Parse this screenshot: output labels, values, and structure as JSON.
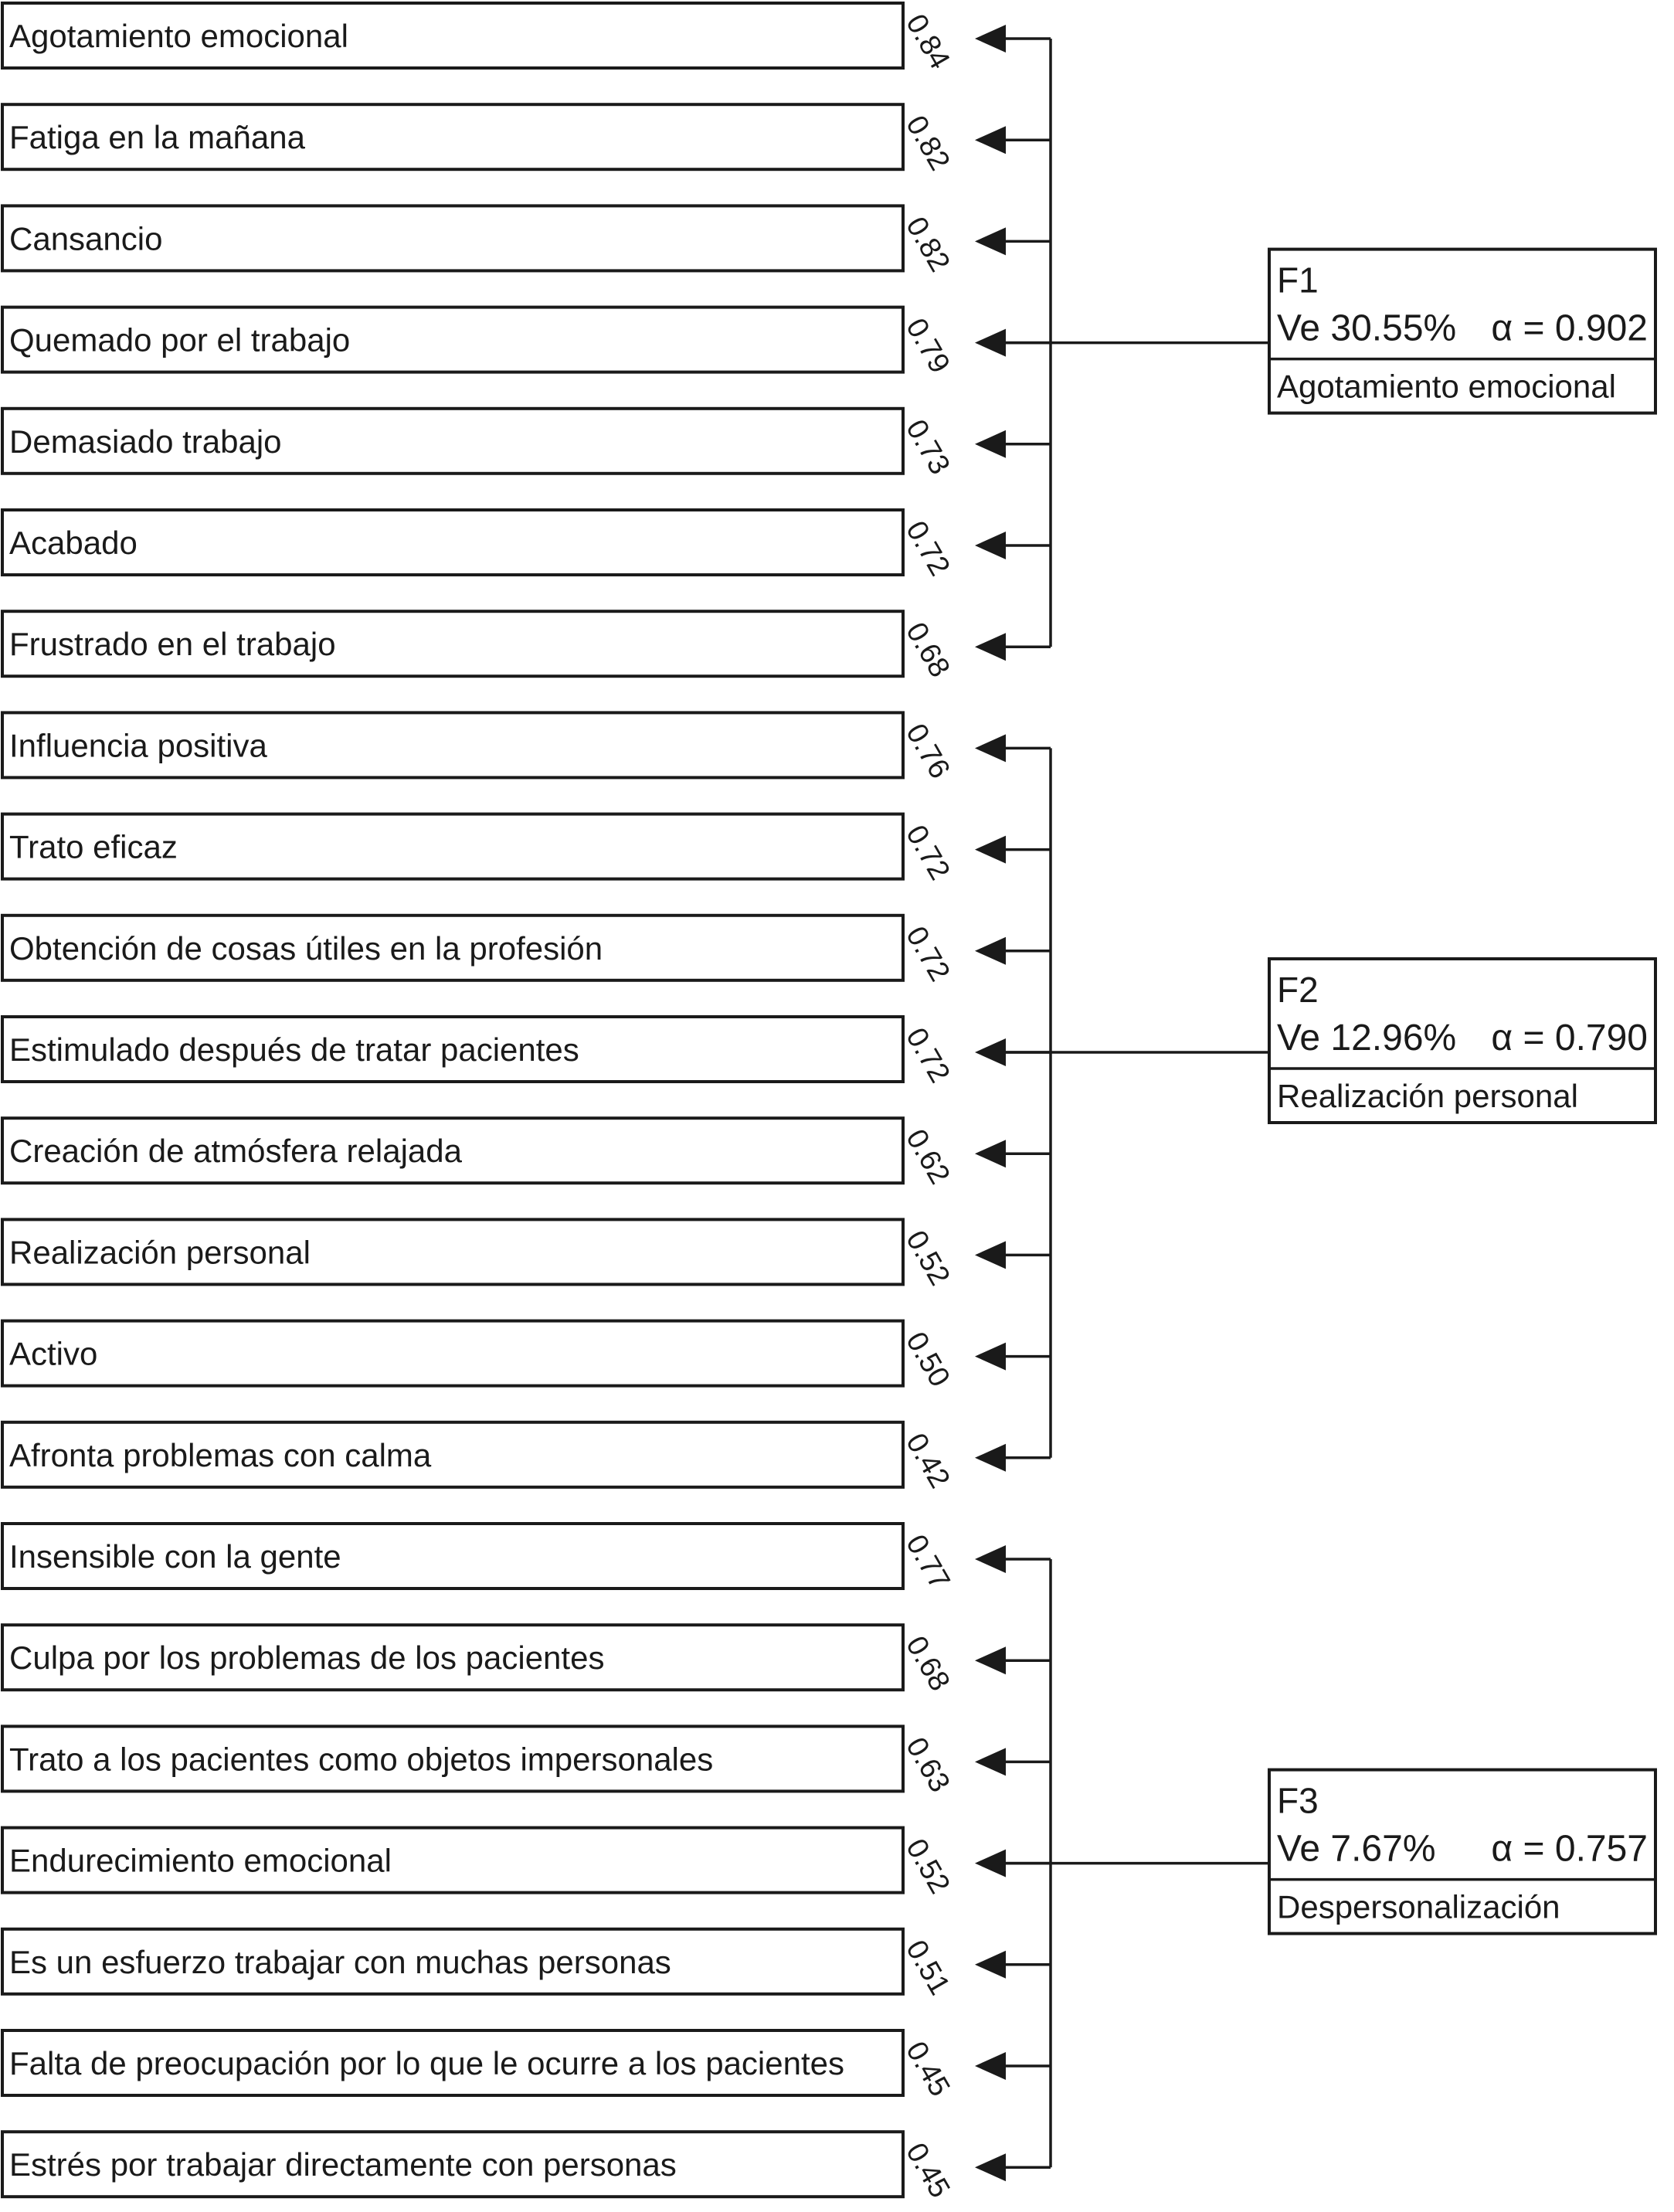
{
  "factors": [
    {
      "id": "F1",
      "variance": "Ve 30.55%",
      "alpha": "α = 0.902",
      "name": "Agotamiento emocional",
      "items": [
        {
          "label": "Agotamiento emocional",
          "loading": "0.84"
        },
        {
          "label": "Fatiga en la mañana",
          "loading": "0.82"
        },
        {
          "label": "Cansancio",
          "loading": "0.82"
        },
        {
          "label": "Quemado por el trabajo",
          "loading": "0.79"
        },
        {
          "label": "Demasiado trabajo",
          "loading": "0.73"
        },
        {
          "label": "Acabado",
          "loading": "0.72"
        },
        {
          "label": "Frustrado en el trabajo",
          "loading": "0.68"
        }
      ]
    },
    {
      "id": "F2",
      "variance": "Ve 12.96%",
      "alpha": "α = 0.790",
      "name": "Realización personal",
      "items": [
        {
          "label": "Influencia positiva",
          "loading": "0.76"
        },
        {
          "label": "Trato eficaz",
          "loading": "0.72"
        },
        {
          "label": "Obtención de cosas útiles en la profesión",
          "loading": "0.72"
        },
        {
          "label": "Estimulado después de tratar pacientes",
          "loading": "0.72"
        },
        {
          "label": "Creación de atmósfera relajada",
          "loading": "0.62"
        },
        {
          "label": "Realización personal",
          "loading": "0.52"
        },
        {
          "label": "Activo",
          "loading": "0.50"
        },
        {
          "label": "Afronta problemas con calma",
          "loading": "0.42"
        }
      ]
    },
    {
      "id": "F3",
      "variance": "Ve 7.67%",
      "alpha": "α = 0.757",
      "name": "Despersonalización",
      "items": [
        {
          "label": "Insensible con la gente",
          "loading": "0.77"
        },
        {
          "label": "Culpa por los problemas de los pacientes",
          "loading": "0.68"
        },
        {
          "label": "Trato a los pacientes como objetos impersonales",
          "loading": "0.63"
        },
        {
          "label": "Endurecimiento emocional",
          "loading": "0.52"
        },
        {
          "label": "Es un esfuerzo trabajar con muchas personas",
          "loading": "0.51"
        },
        {
          "label": "Falta de preocupación por lo que le ocurre a los pacientes",
          "loading": "0.45"
        },
        {
          "label": "Estrés por trabajar directamente con personas",
          "loading": "0.45"
        }
      ]
    }
  ]
}
